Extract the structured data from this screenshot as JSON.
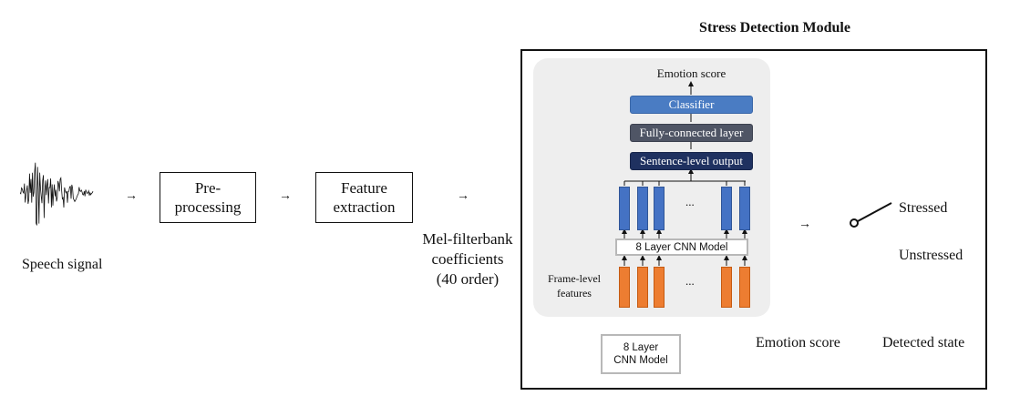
{
  "module_title": "Stress Detection Module",
  "speech_signal_label": "Speech signal",
  "preprocessing_label": "Pre-\nprocessing",
  "feature_extraction_label": "Feature\nextraction",
  "mel_label": "Mel-filterbank\ncoefficients\n(40 order)",
  "emotion_score_top": "Emotion score",
  "classifier_label": "Classifier",
  "fc_label": "Fully-connected layer",
  "sentence_label": "Sentence-level output",
  "cnn_inner_label": "8 Layer CNN Model",
  "frame_features_label": "Frame-level\nfeatures",
  "ellipsis": "...",
  "stressed_label": "Stressed",
  "unstressed_label": "Unstressed",
  "legend_cnn_label": "8 Layer\nCNN Model",
  "emotion_score_bottom": "Emotion score",
  "detected_state_label": "Detected state",
  "arrow_glyph": "→",
  "colors": {
    "classifier": "#4a7cc3",
    "fc": "#4f5565",
    "sentence": "#1f3160",
    "bar_blue": "#4472c4",
    "bar_orange": "#ed7d31",
    "panel": "#eeeeee"
  }
}
